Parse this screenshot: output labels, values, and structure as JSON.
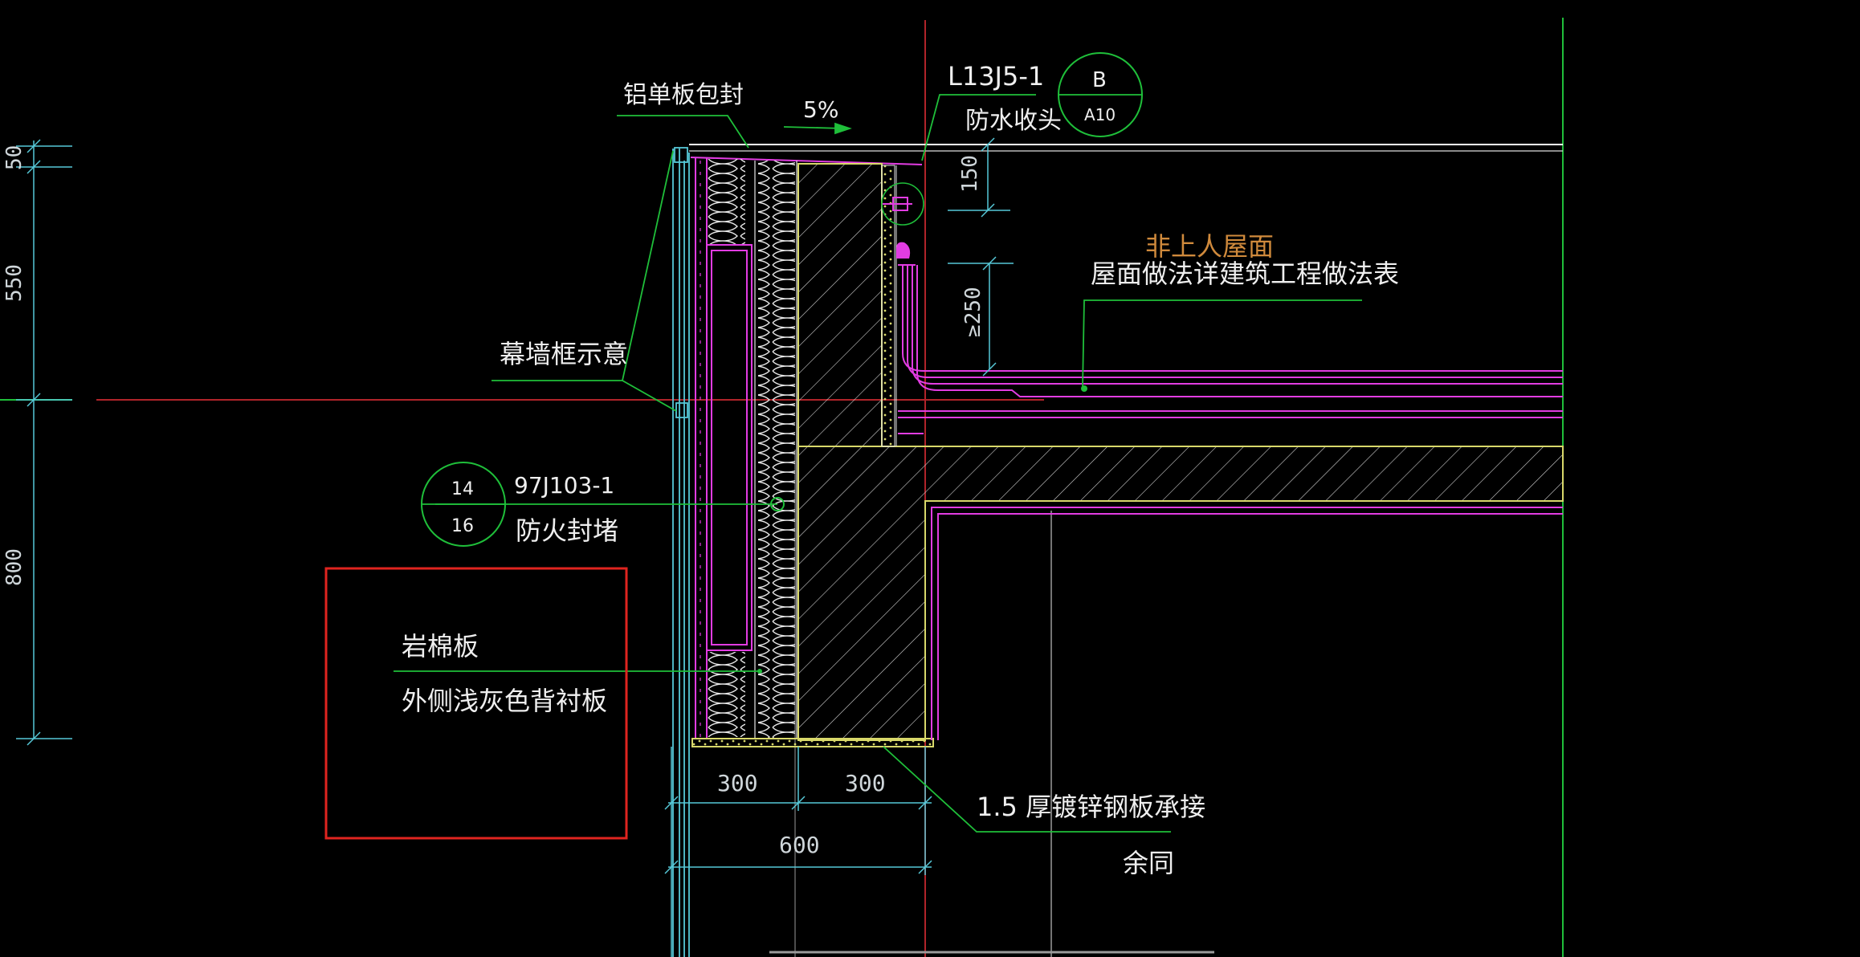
{
  "labels": {
    "aluminum_cap": "铝单板包封",
    "slope": "5%",
    "ref_code_top": "L13J5-1",
    "waterproof_end": "防水收头",
    "detail_b_top": "B",
    "detail_b_bottom": "A10",
    "roof_type": "非上人屋面",
    "roof_note": "屋面做法详建筑工程做法表",
    "curtain_wall_frame": "幕墙框示意",
    "fire_detail_top": "14",
    "fire_detail_bottom": "16",
    "fire_ref_code": "97J103-1",
    "fire_seal": "防火封堵",
    "rock_wool": "岩棉板",
    "backing_board": "外侧浅灰色背衬板",
    "steel_plate": "1.5 厚镀锌钢板承接",
    "rest_same": "余同"
  },
  "dimensions": {
    "left_50": "50",
    "left_550": "550",
    "left_800": "800",
    "top_150": "150",
    "top_250": "≥250",
    "bottom_300a": "300",
    "bottom_300b": "300",
    "bottom_600": "600"
  },
  "colors": {
    "background": "#000000",
    "leader_green": "#1fbf3a",
    "magenta": "#e23ce2",
    "yellow": "#d8d86a",
    "cyan": "#56c8d8",
    "red": "#e0241f",
    "orange_text": "#d08a3c"
  }
}
